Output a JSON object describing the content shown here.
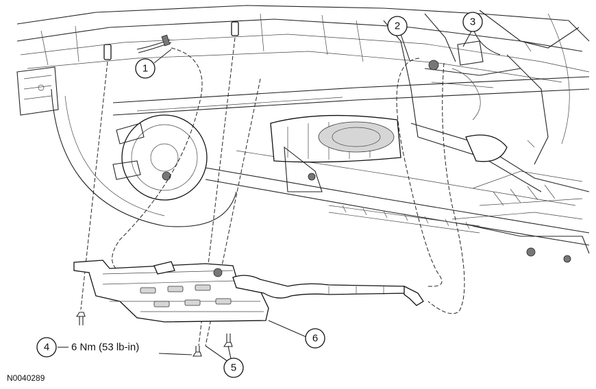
{
  "figure": {
    "id": "N0040289"
  },
  "callouts": [
    {
      "num": "1"
    },
    {
      "num": "2"
    },
    {
      "num": "3"
    },
    {
      "num": "4",
      "spec": "6 Nm (53 lb-in)"
    },
    {
      "num": "5"
    },
    {
      "num": "6"
    }
  ]
}
